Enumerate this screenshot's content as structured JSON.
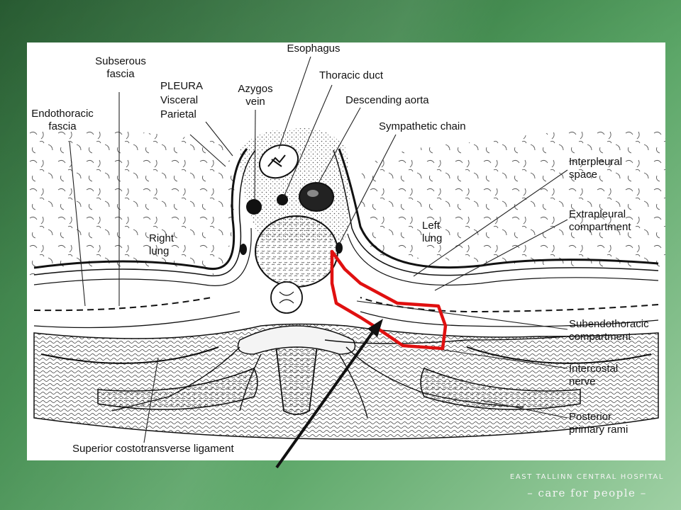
{
  "labels": {
    "esophagus": "Esophagus",
    "subserous": "Subserous\nfascia",
    "pleura": "PLEURA",
    "visceral": "Visceral",
    "parietal": "Parietal",
    "azygos": "Azygos\nvein",
    "thoracic_duct": "Thoracic duct",
    "descending_aorta": "Descending aorta",
    "sympathetic_chain": "Sympathetic chain",
    "endothoracic": "Endothoracic\nfascia",
    "interpleural": "Interpleural\nspace",
    "extrapleural": "Extrapleural\ncompartment",
    "right_lung": "Right\nlung",
    "left_lung": "Left\nlung",
    "subendothoracic": "Subendothoracic\ncompartment",
    "intercostal": "Intercostal\nnerve",
    "posterior_rami": "Posterior\nprimary rami",
    "costotransverse": "Superior costotransverse ligament"
  },
  "brand": {
    "name": "EAST TALLINN CENTRAL HOSPITAL",
    "tagline": "– care for people –"
  },
  "colors": {
    "highlight": "#e01010",
    "arrow": "#111111"
  }
}
